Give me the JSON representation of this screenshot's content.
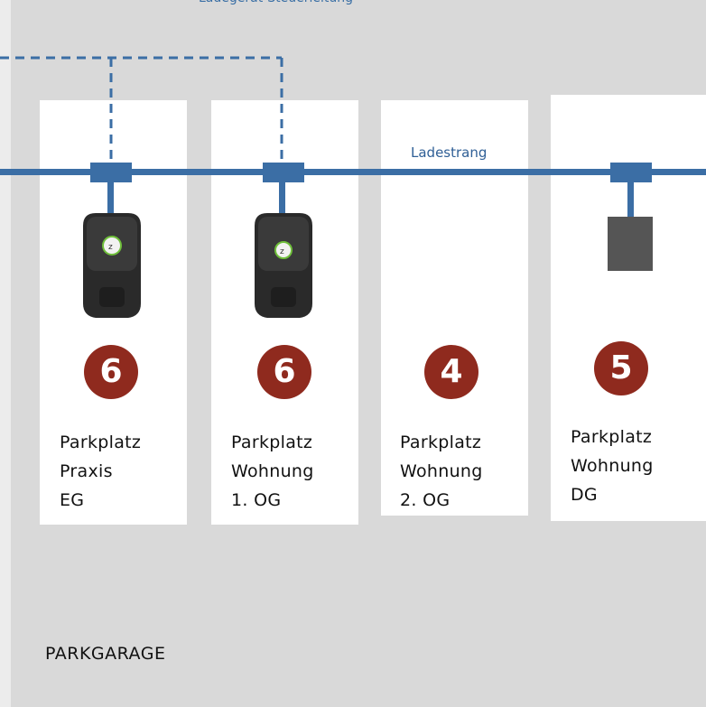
{
  "top_caption": "Ladegerät-Steuerleitung",
  "rail_label": "Ladestrang",
  "footer_label": "PARKGARAGE",
  "colors": {
    "rail": "#3b6ea5",
    "badge": "#8f2a1e",
    "background": "#d9d9d9",
    "card": "#ffffff",
    "device": "#2b2b2b",
    "placeholder_device": "#555555"
  },
  "parking_spots": [
    {
      "badge": "6",
      "lines": [
        "Parkplatz",
        "Praxis",
        "EG"
      ],
      "device": "wallbox-charger"
    },
    {
      "badge": "6",
      "lines": [
        "Parkplatz",
        "Wohnung",
        "1. OG"
      ],
      "device": "wallbox-charger"
    },
    {
      "badge": "4",
      "lines": [
        "Parkplatz",
        "Wohnung",
        "2. OG"
      ],
      "device": "none"
    },
    {
      "badge": "5",
      "lines": [
        "Parkplatz",
        "Wohnung",
        "DG"
      ],
      "device": "placeholder-box"
    }
  ]
}
